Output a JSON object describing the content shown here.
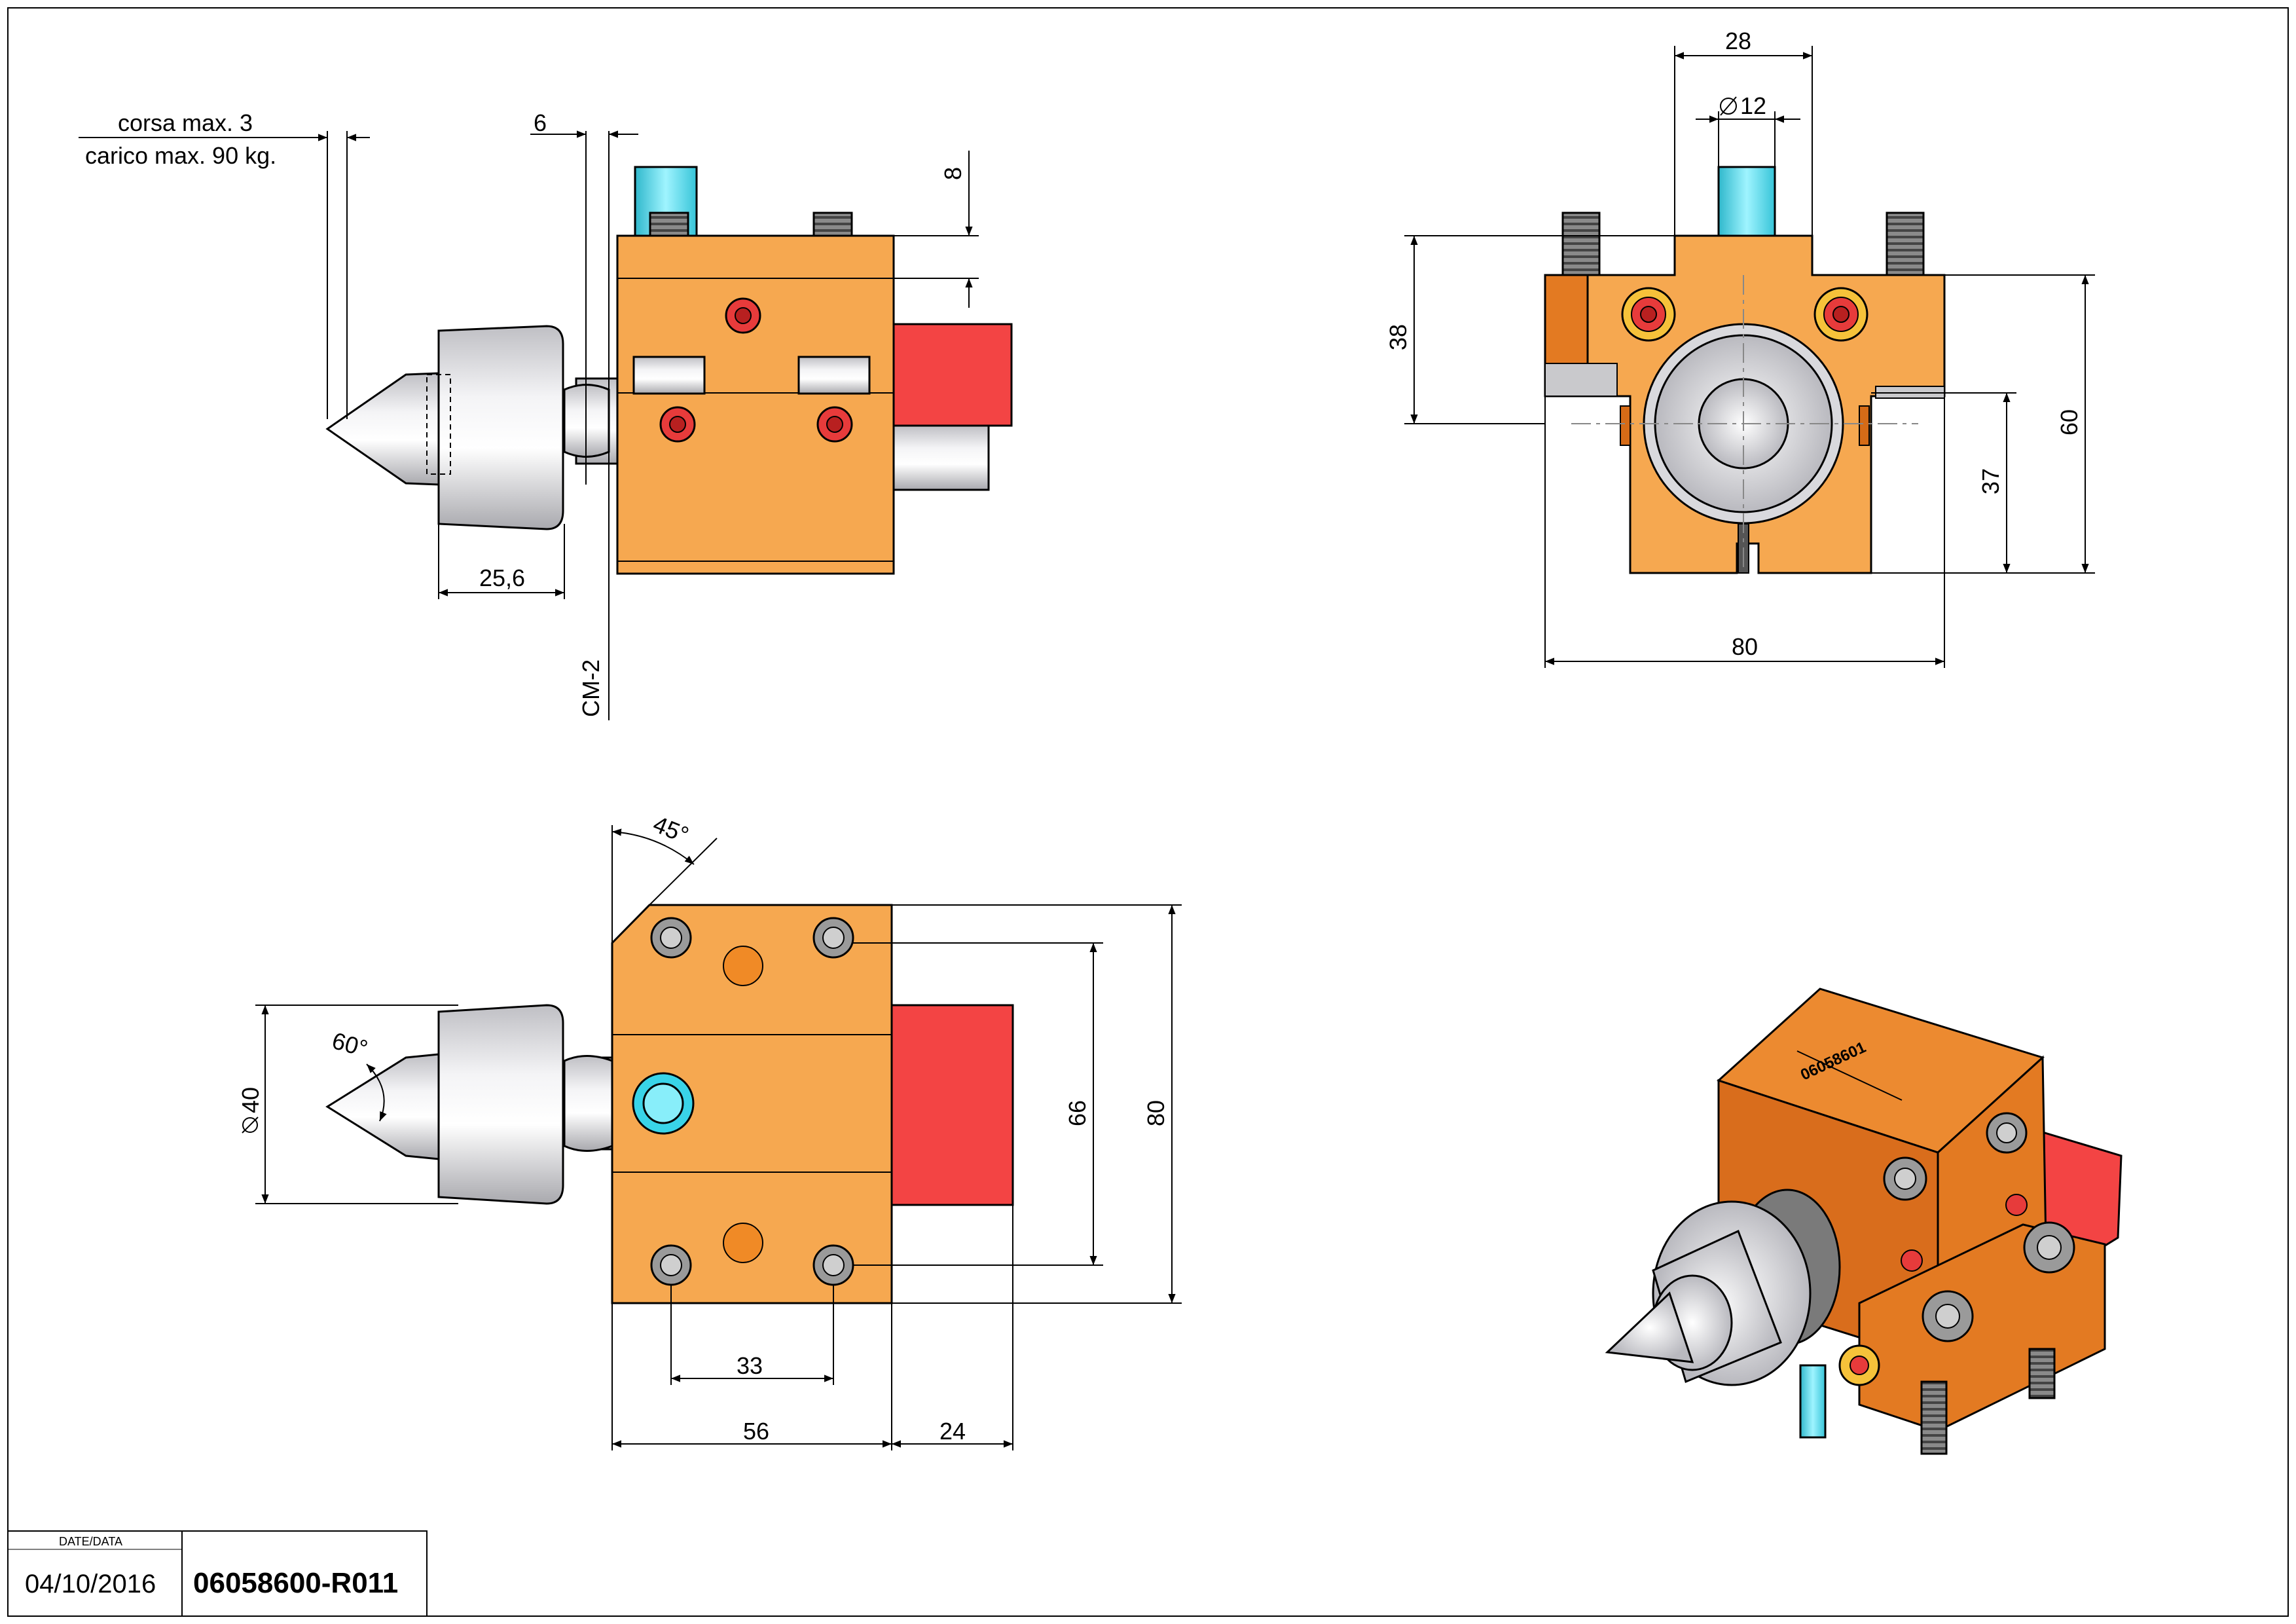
{
  "drawing": {
    "part_number": "06058600-R011",
    "engraved_mark": "06058601",
    "colors": {
      "body": "#f6a850",
      "body_dark": "#e37a22",
      "red_part": "#f34444",
      "cyan_pin": "#5ee0f0",
      "steel": "#e4e4e6",
      "outline": "#000000"
    }
  },
  "side_view": {
    "note_stroke": "corsa max. 3",
    "note_load": "carico max. 90 kg.",
    "dim_6": "6",
    "dim_8": "8",
    "dim_25_6": "25,6",
    "taper": "CM-2"
  },
  "front_view": {
    "dim_28": "28",
    "dim_dia12": "12",
    "dim_38": "38",
    "dim_37": "37",
    "dim_60": "60",
    "dim_80": "80"
  },
  "top_view": {
    "angle_45": "45°",
    "angle_60": "60°",
    "dim_dia40": "40",
    "dim_66": "66",
    "dim_80": "80",
    "dim_33": "33",
    "dim_56": "56",
    "dim_24": "24"
  },
  "title_block": {
    "date_label": "DATE/DATA",
    "date": "04/10/2016",
    "code": "06058600-R011"
  }
}
